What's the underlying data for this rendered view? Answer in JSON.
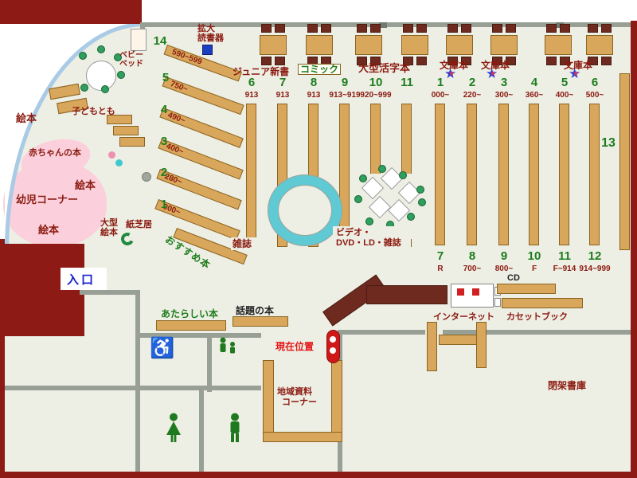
{
  "palette": {
    "floor": "#edeee4",
    "wall": "#8e1a15",
    "shelf": "#d9a75c",
    "chair": "#6e2a1e",
    "window_blue": "#a9cbe6",
    "cyan_rack": "#5fc9d4",
    "pink_area": "#fbd0dc",
    "green_text": "#1d7d1d",
    "maroon_text": "#8b1a10",
    "entrance_blue": "#1822cc",
    "location_red": "#e31515"
  },
  "labels": {
    "reader1": "拡大",
    "reader2": "読書器",
    "junior": "ジュニア新書",
    "comic": "コミック",
    "large_print": "大型活字本",
    "bunko": "文庫本",
    "magazines": "雑誌",
    "video1": "ビデオ・",
    "video2": "DVD・LD・雑誌",
    "recommend": "おすすめ本",
    "entrance": "入口",
    "new_books": "あたらしい本",
    "topic_books": "話題の本",
    "current": "現在位置",
    "internet": "インターネット",
    "cd": "CD",
    "cassette": "カセットブック",
    "local1": "地域資料",
    "local2": "コーナー",
    "closed_stacks": "閉架書庫",
    "kids_corner": "幼児コーナー",
    "baby_books": "赤ちゃんの本",
    "picture_books": "絵本",
    "kodomo": "子どもとも",
    "baby_bed1": "ベビー",
    "baby_bed2": "ベッド",
    "large_picture1": "大型",
    "large_picture2": "絵本",
    "kamishibai": "紙芝居",
    "shelf13": "13"
  },
  "fan_shelves": [
    {
      "num": "14",
      "range": "590~599"
    },
    {
      "num": "5",
      "range": "750~"
    },
    {
      "num": "4",
      "range": "490~"
    },
    {
      "num": "3",
      "range": "400~"
    },
    {
      "num": "2",
      "range": "280~"
    },
    {
      "num": "1",
      "range": "000~"
    }
  ],
  "left_stacks": [
    {
      "num": "6",
      "range": "913"
    },
    {
      "num": "7",
      "range": "913"
    },
    {
      "num": "8",
      "range": "913"
    },
    {
      "num": "9",
      "range": "913~919"
    },
    {
      "num": "10",
      "range": "920~999"
    },
    {
      "num": "11",
      "range": ""
    }
  ],
  "right_stacks_top": [
    {
      "num": "1",
      "range": "000~"
    },
    {
      "num": "2",
      "range": "220~"
    },
    {
      "num": "3",
      "range": "300~"
    },
    {
      "num": "4",
      "range": "360~"
    },
    {
      "num": "5",
      "range": "400~"
    },
    {
      "num": "6",
      "range": "500~"
    }
  ],
  "right_stacks_bottom": [
    {
      "num": "7",
      "range": "R"
    },
    {
      "num": "8",
      "range": "700~"
    },
    {
      "num": "9",
      "range": "800~"
    },
    {
      "num": "10",
      "range": "F"
    },
    {
      "num": "11",
      "range": "F~914"
    },
    {
      "num": "12",
      "range": "914~999"
    }
  ]
}
